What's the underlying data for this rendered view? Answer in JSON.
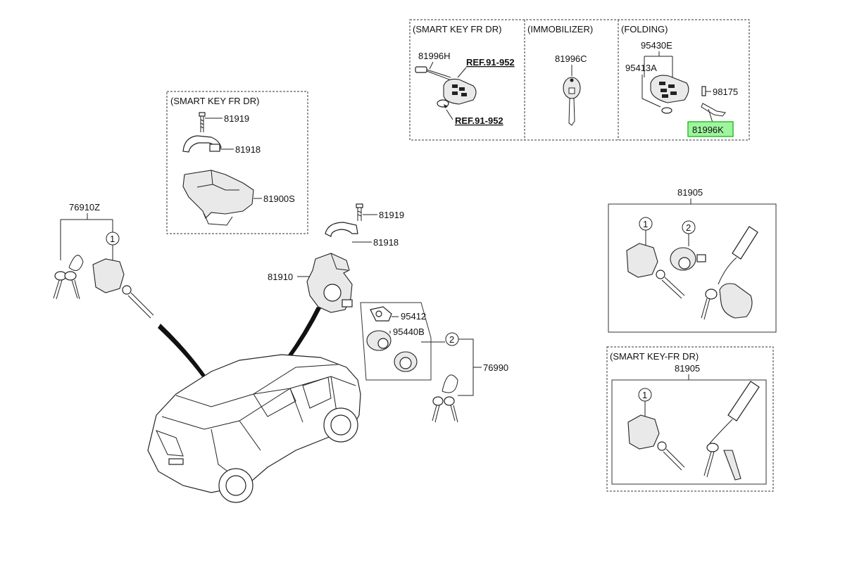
{
  "diagram": {
    "boxes": {
      "smart_key_top_left": "(SMART KEY FR DR)",
      "immobilizer": "(IMMOBILIZER)",
      "folding": "(FOLDING)",
      "smart_key_mid": "(SMART KEY FR DR)",
      "smart_key_right": "(SMART KEY-FR DR)"
    },
    "parts": {
      "p81996H": "81996H",
      "ref_top": "REF.91-952",
      "ref_bottom": "REF.91-952",
      "p81996C": "81996C",
      "p95430E": "95430E",
      "p95413A": "95413A",
      "p98175": "98175",
      "p81996K": "81996K",
      "p81919_a": "81919",
      "p81918_a": "81918",
      "p81900S": "81900S",
      "p76910Z": "76910Z",
      "p81919_b": "81919",
      "p81918_b": "81918",
      "p81910": "81910",
      "p95412": "95412",
      "p95440B": "95440B",
      "p76990": "76990",
      "p81905_a": "81905",
      "p81905_b": "81905"
    },
    "callouts": {
      "one": "1",
      "two": "2"
    },
    "highlight_color": "#9ef59e"
  }
}
